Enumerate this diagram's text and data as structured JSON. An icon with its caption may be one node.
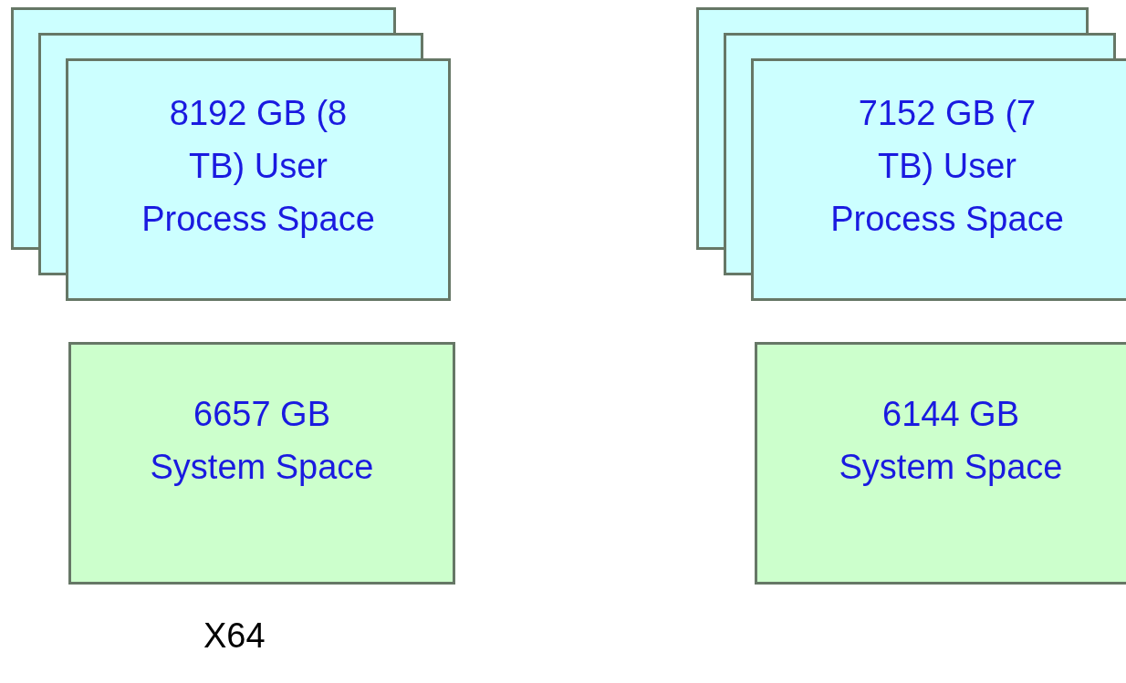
{
  "diagram": {
    "nodes": [
      {
        "text": [
          "8192 GB (8 TB) User Process Space"
        ]
      },
      {
        "text": [
          "7152 GB (7 TB) User Process Space"
        ]
      },
      {
        "text": [
          "6657 GB System Space"
        ]
      },
      {
        "text": [
          "6144 GB System Space"
        ]
      }
    ],
    "labels": [
      "X64"
    ]
  }
}
